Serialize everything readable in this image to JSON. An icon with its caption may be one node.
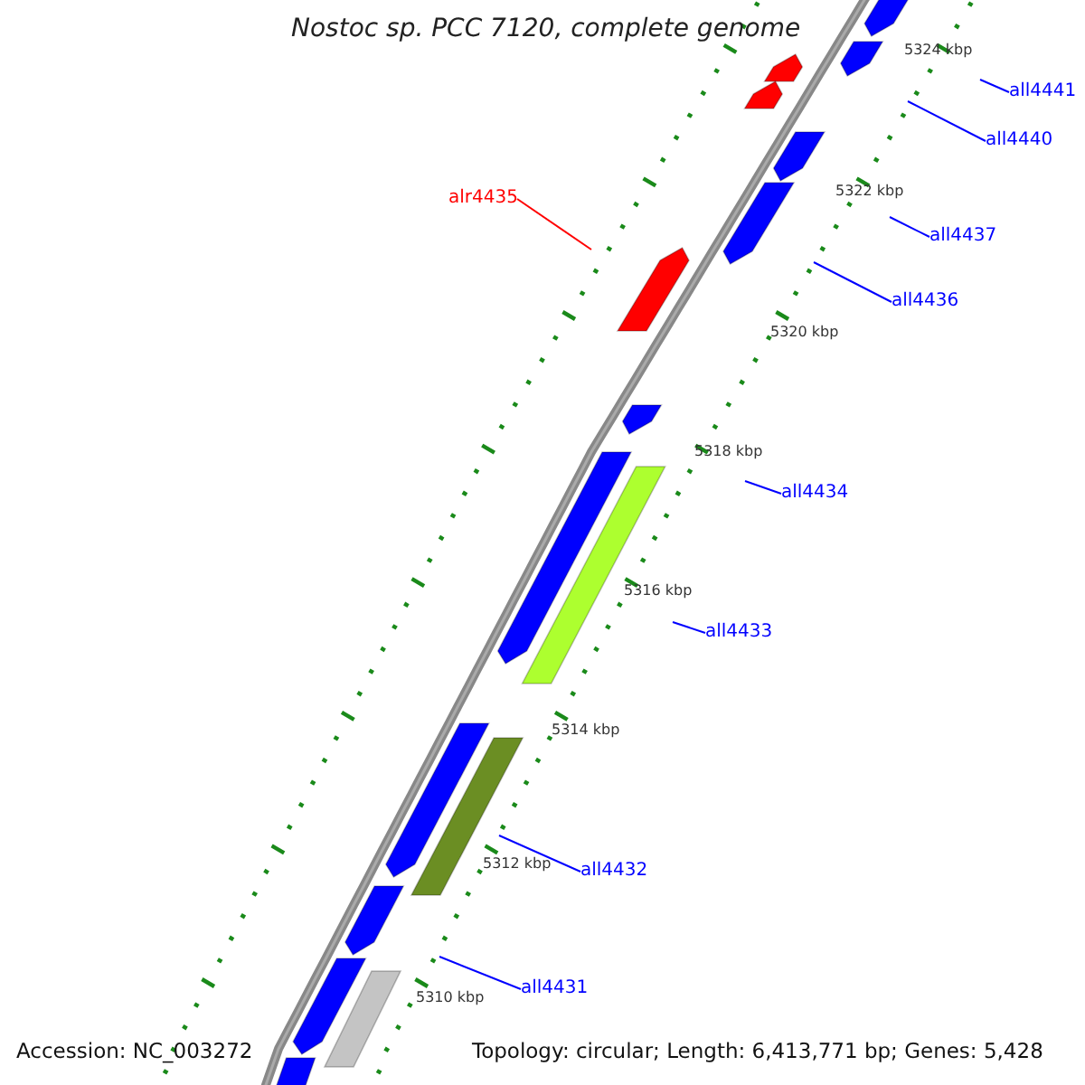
{
  "diagram": {
    "title": "Nostoc sp. PCC 7120, complete genome",
    "nodes": [
      {
        "text": [
          "all4441"
        ]
      },
      {
        "text": [
          "all4440"
        ]
      },
      {
        "text": [
          "all4437"
        ]
      },
      {
        "text": [
          "all4436"
        ]
      },
      {
        "text": [
          "alr4435"
        ]
      },
      {
        "text": [
          "all4434"
        ]
      },
      {
        "text": [
          "all4433"
        ]
      },
      {
        "text": [
          "all4432"
        ]
      },
      {
        "text": [
          "all4431"
        ]
      }
    ],
    "edges": [
      {
        "from": 0,
        "to": null,
        "arrow": "none"
      },
      {
        "from": 1,
        "to": null,
        "arrow": "none"
      },
      {
        "from": 2,
        "to": null,
        "arrow": "none"
      },
      {
        "from": 3,
        "to": null,
        "arrow": "none"
      },
      {
        "from": 4,
        "to": null,
        "arrow": "none",
        "color": "#ff0000"
      },
      {
        "from": 5,
        "to": null,
        "arrow": "none"
      },
      {
        "from": 6,
        "to": null,
        "arrow": "none"
      },
      {
        "from": 7,
        "to": null,
        "arrow": "none"
      },
      {
        "from": 8,
        "to": null,
        "arrow": "none"
      }
    ],
    "labels": [
      "5324 kbp",
      "5322 kbp",
      "5320 kbp",
      "5318 kbp",
      "5316 kbp",
      "5314 kbp",
      "5312 kbp",
      "5310 kbp",
      "Accession: NC_003272",
      "Topology: circular; Length: 6,413,771 bp; Genes: 5,428"
    ]
  }
}
